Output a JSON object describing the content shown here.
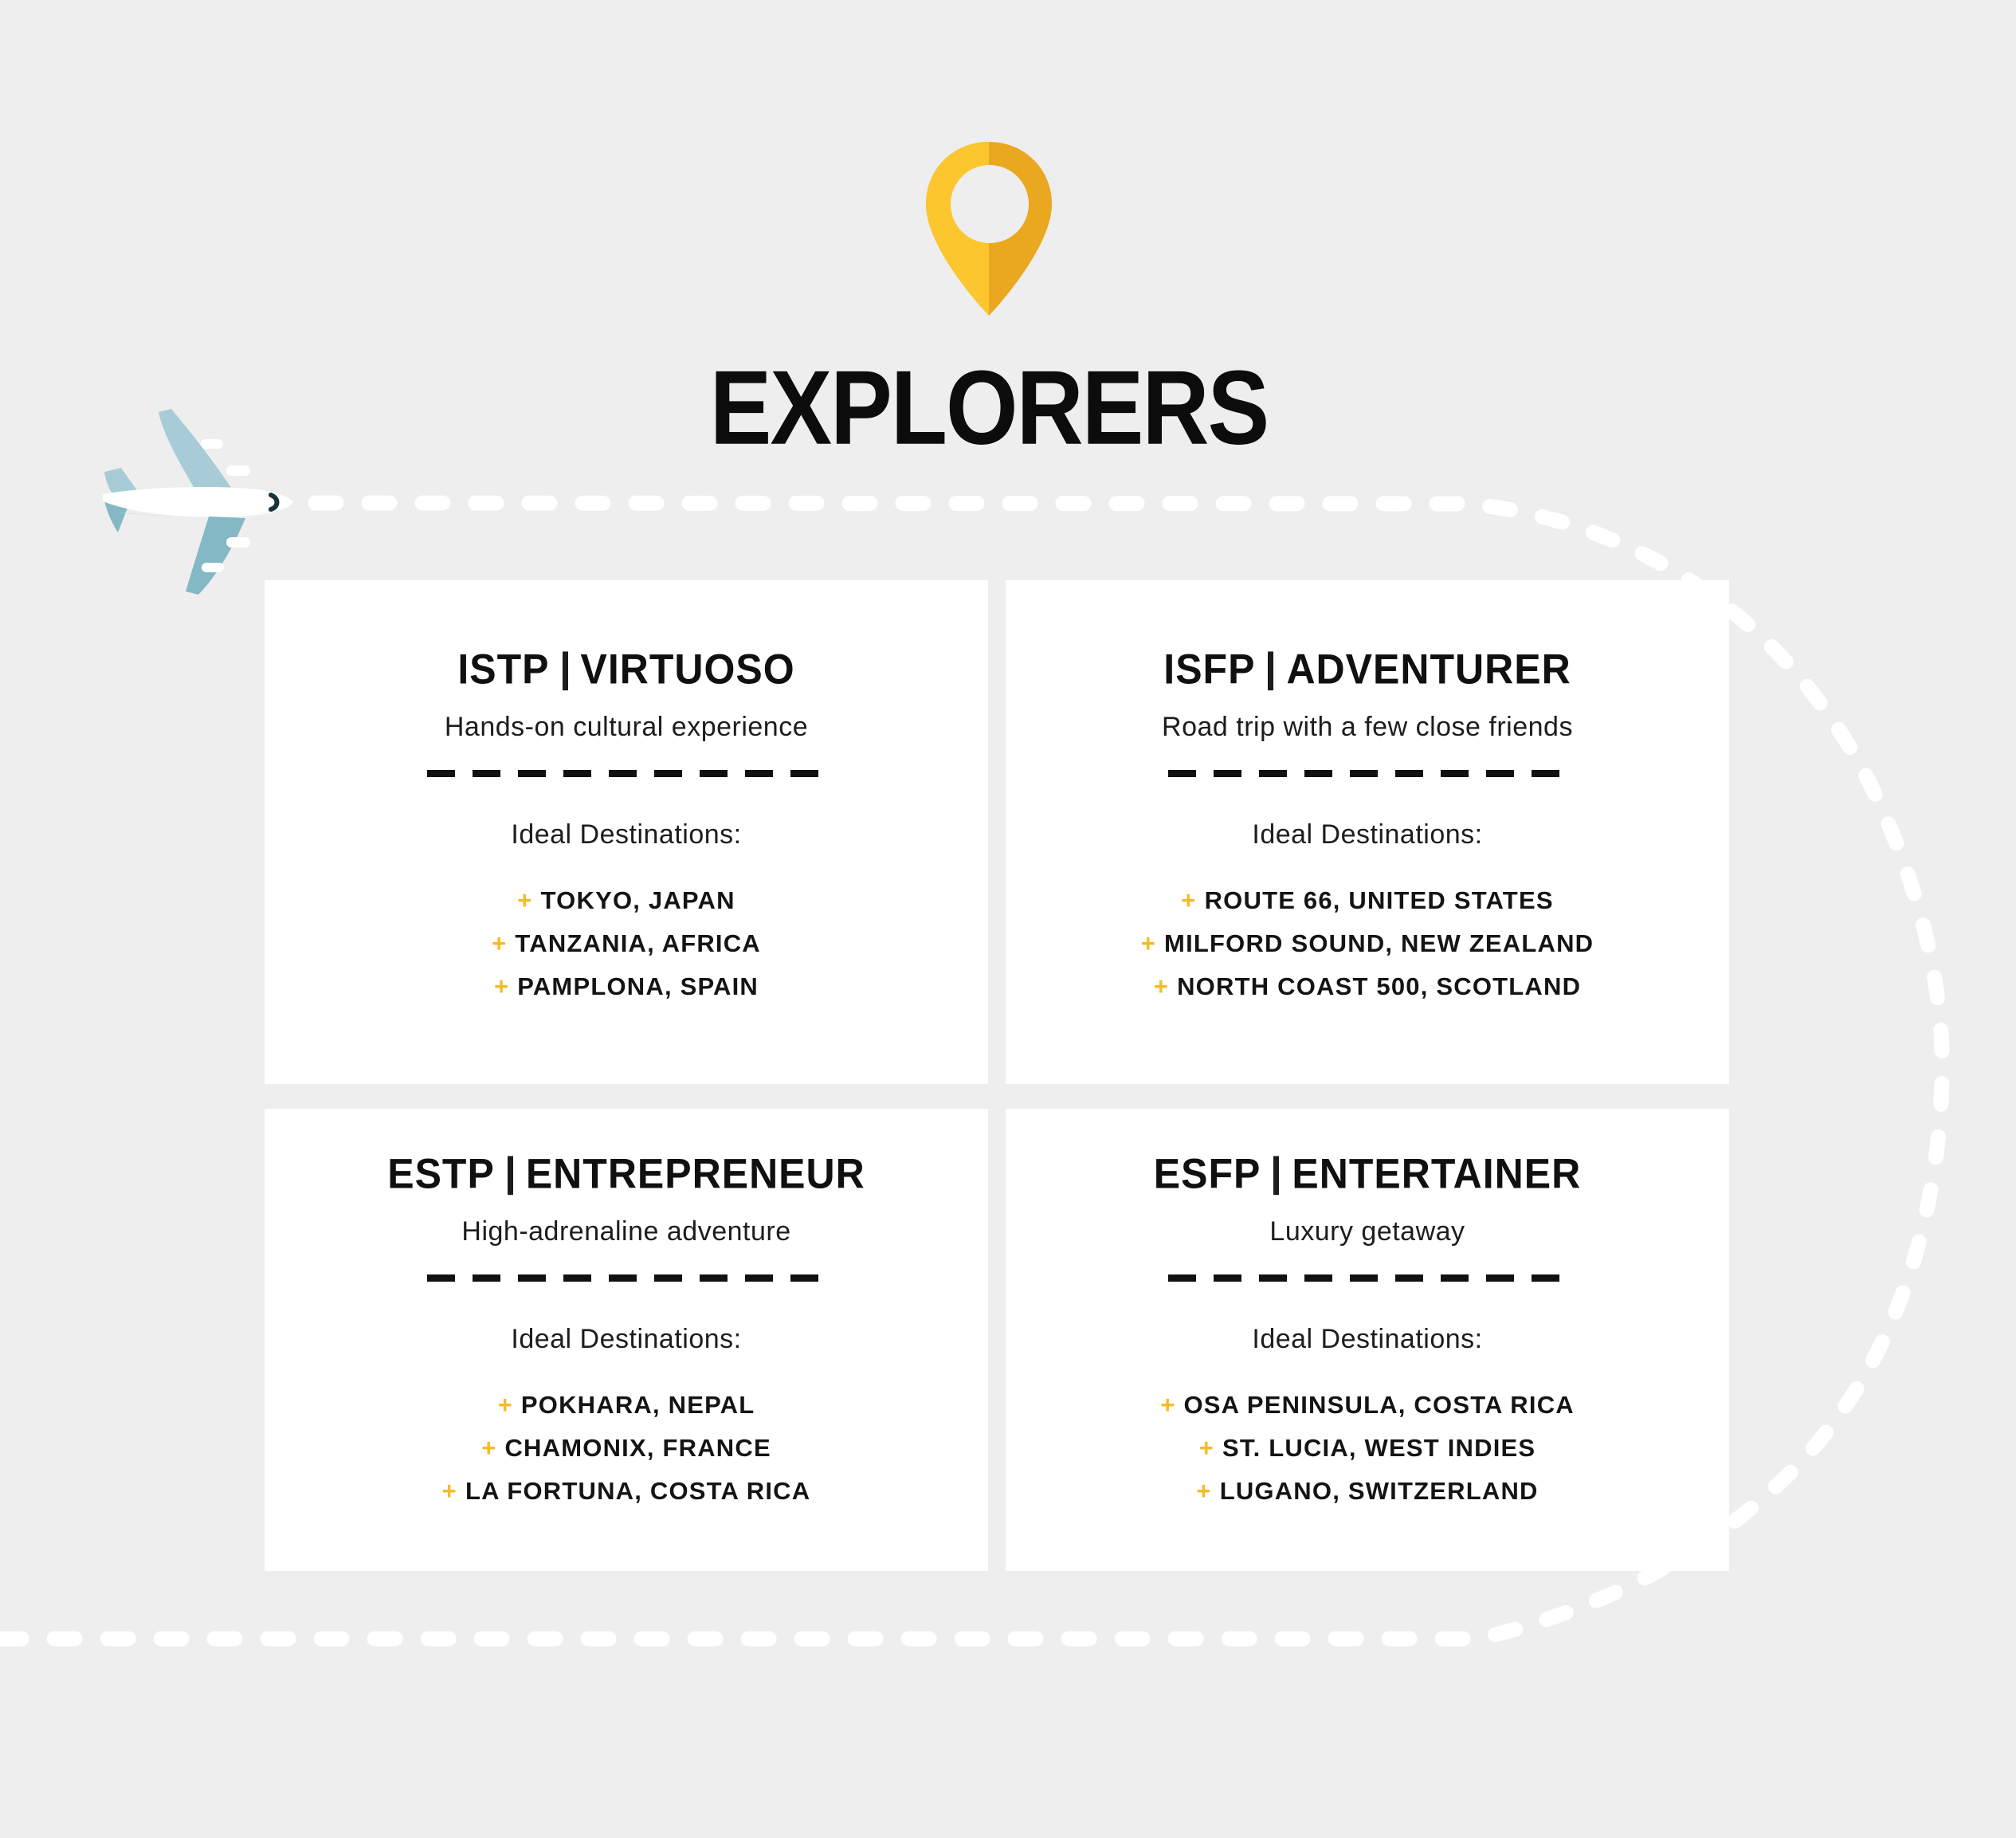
{
  "title": "EXPLORERS",
  "ui": {
    "bullet": "+",
    "heading_separator": "|"
  },
  "cards": [
    {
      "code": "ISTP",
      "name": "VIRTUOSO",
      "subtitle": "Hands-on cultural experience",
      "ideal_label": "Ideal Destinations:",
      "destinations": [
        "TOKYO, JAPAN",
        "TANZANIA, AFRICA",
        "PAMPLONA, SPAIN"
      ]
    },
    {
      "code": "ISFP",
      "name": "ADVENTURER",
      "subtitle": "Road trip with a few close friends",
      "ideal_label": "Ideal Destinations:",
      "destinations": [
        "ROUTE 66, UNITED STATES",
        "MILFORD SOUND, NEW ZEALAND",
        "NORTH COAST 500, SCOTLAND"
      ]
    },
    {
      "code": "ESTP",
      "name": "ENTREPRENEUR",
      "subtitle": "High-adrenaline adventure",
      "ideal_label": "Ideal Destinations:",
      "destinations": [
        "POKHARA, NEPAL",
        "CHAMONIX, FRANCE",
        "LA FORTUNA, COSTA RICA"
      ]
    },
    {
      "code": "ESFP",
      "name": "ENTERTAINER",
      "subtitle": "Luxury getaway",
      "ideal_label": "Ideal Destinations:",
      "destinations": [
        "OSA PENINSULA, COSTA RICA",
        "ST. LUCIA, WEST INDIES",
        "LUGANO, SWITZERLAND"
      ]
    }
  ],
  "colors": {
    "background": "#EEEEEE",
    "card": "#FFFFFF",
    "accent_yellow": "#F6BB26",
    "pin_yellow_light": "#FCC62F",
    "pin_yellow_dark": "#E9A81F",
    "text_dark": "#111111",
    "plane_blue_light": "#A7CCD7",
    "plane_blue_dark": "#84B8C5",
    "plane_nose_dark": "#17333F",
    "path_white": "#FFFFFF"
  }
}
